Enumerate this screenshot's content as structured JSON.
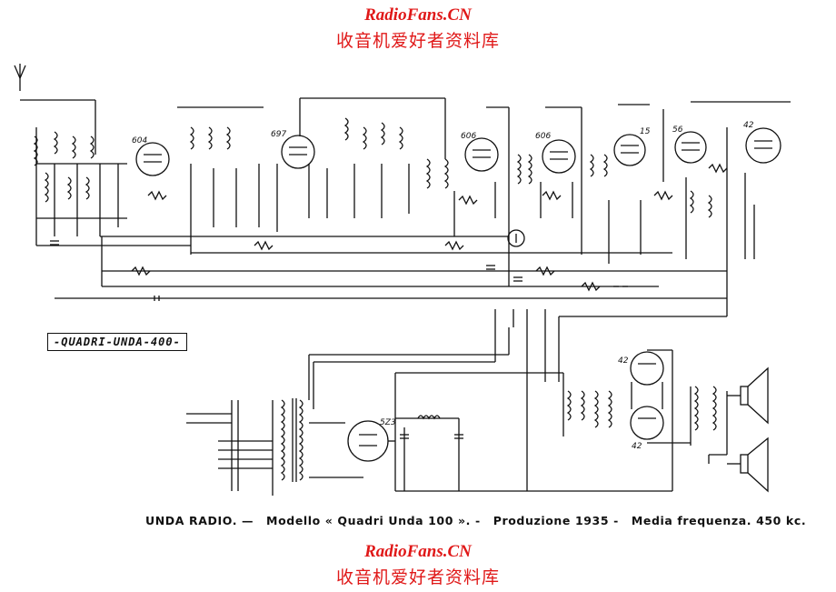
{
  "watermark": {
    "site": "RadioFans.CN",
    "subtitle": "收音机爱好者资料库"
  },
  "badge": "-QUADRI-UNDA-400-",
  "caption": {
    "brand": "UNDA RADIO. —",
    "model": "Modello « Quadri Unda 100 ». -",
    "production": "Produzione 1935 -",
    "frequency": "Media frequenza. 450 kc."
  },
  "tubes": [
    "604",
    "697",
    "606",
    "606",
    "15",
    "56",
    "42",
    "5Z3",
    "42",
    "42"
  ],
  "colors": {
    "ink": "#111111",
    "watermark": "#e01818",
    "paper": "#ffffff"
  }
}
